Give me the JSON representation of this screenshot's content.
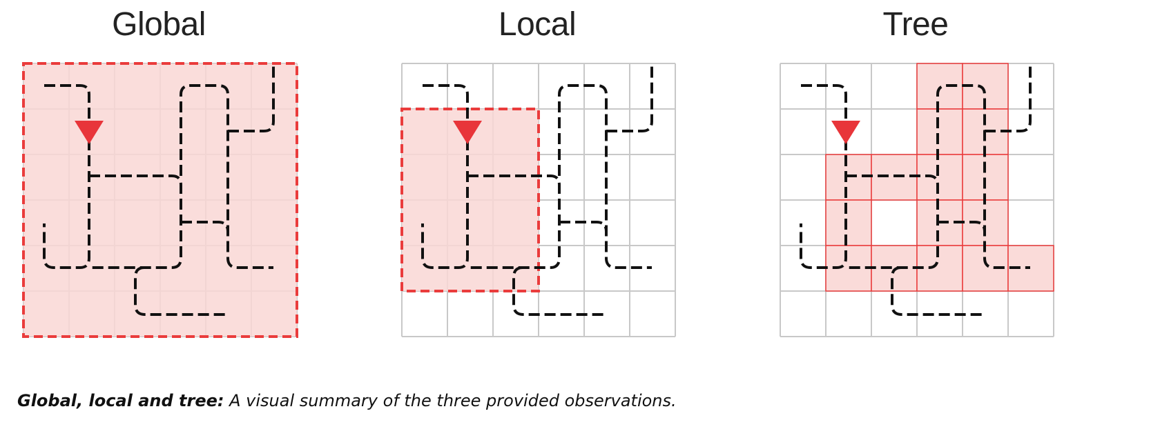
{
  "panels": [
    {
      "key": "global",
      "title": "Global"
    },
    {
      "key": "local",
      "title": "Local"
    },
    {
      "key": "tree",
      "title": "Tree"
    }
  ],
  "caption": {
    "bold": "Global, local and tree:",
    "rest": " A visual summary of the three provided observations."
  },
  "grid": {
    "rows": 6,
    "cols": 6
  },
  "colors": {
    "highlight_fill": "#f9d7d5",
    "highlight_stroke": "#ea3c3c",
    "grid_line": "#c8c8c8",
    "path": "#111111",
    "agent": "#e8353a"
  },
  "observations": {
    "global": {
      "row_range": [
        0,
        5
      ],
      "col_range": [
        0,
        5
      ]
    },
    "local": {
      "row_range": [
        1,
        4
      ],
      "col_range": [
        0,
        2
      ]
    },
    "tree": {
      "cells": [
        [
          0,
          3
        ],
        [
          0,
          4
        ],
        [
          1,
          3
        ],
        [
          1,
          4
        ],
        [
          2,
          1
        ],
        [
          2,
          2
        ],
        [
          2,
          3
        ],
        [
          2,
          4
        ],
        [
          3,
          1
        ],
        [
          3,
          3
        ],
        [
          3,
          4
        ],
        [
          4,
          1
        ],
        [
          4,
          2
        ],
        [
          4,
          3
        ],
        [
          4,
          4
        ],
        [
          4,
          5
        ]
      ]
    }
  },
  "agent": {
    "row": 1,
    "col": 1
  }
}
